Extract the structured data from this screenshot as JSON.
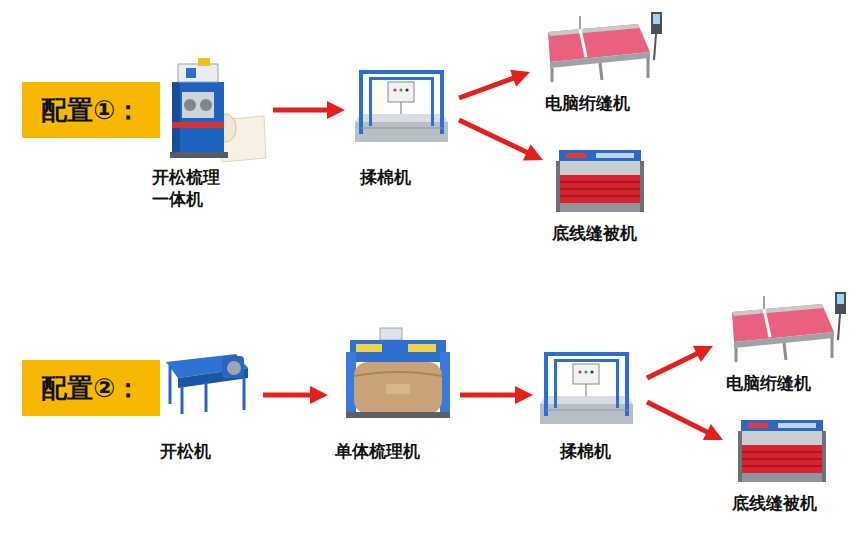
{
  "diagram": {
    "nodes": [
      {
        "text": [
          "配置①："
        ]
      },
      {
        "text": [
          "开松梳理 一体机"
        ]
      },
      {
        "text": [
          "揉棉机"
        ]
      },
      {
        "text": [
          "电脑绗缝机"
        ]
      },
      {
        "text": [
          "底线缝被机"
        ]
      },
      {
        "text": [
          "配置②："
        ]
      },
      {
        "text": [
          "开松机"
        ]
      },
      {
        "text": [
          "单体梳理机"
        ]
      },
      {
        "text": [
          "揉棉机"
        ]
      },
      {
        "text": [
          "电脑绗缝机"
        ]
      },
      {
        "text": [
          "底线缝被机"
        ]
      }
    ],
    "edges": [
      {
        "from": 1,
        "to": 2,
        "arrow": "to"
      },
      {
        "from": 2,
        "to": 3,
        "arrow": "to"
      },
      {
        "from": 2,
        "to": 4,
        "arrow": "to"
      },
      {
        "from": 6,
        "to": 7,
        "arrow": "to"
      },
      {
        "from": 7,
        "to": 8,
        "arrow": "to"
      },
      {
        "from": 8,
        "to": 9,
        "arrow": "to"
      },
      {
        "from": 8,
        "to": 10,
        "arrow": "to"
      }
    ]
  }
}
